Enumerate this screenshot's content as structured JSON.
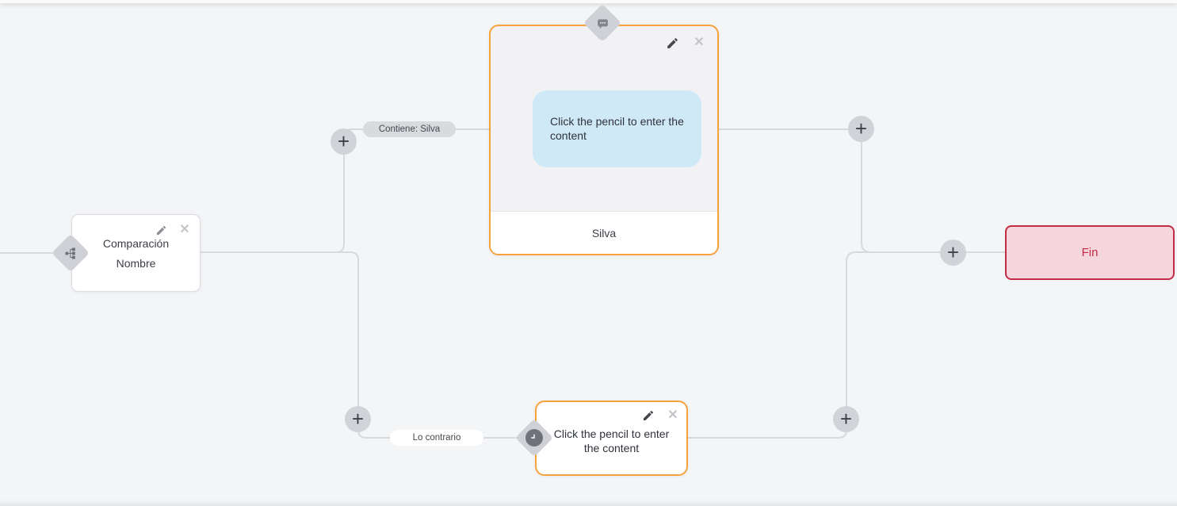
{
  "colors": {
    "background": "#f4f5f7",
    "edge_line": "#d8d9dd",
    "accent_orange": "#f6a23c",
    "bubble_blue": "#cfe9f7",
    "end_background": "#f5d6dc",
    "end_accent": "#c22c46"
  },
  "condition_node": {
    "title": "Comparación",
    "subtitle": "Nombre",
    "icon": "sitemap-icon"
  },
  "message_node": {
    "bubble_text": "Click the pencil to enter the content",
    "footer_label": "Silva",
    "icon": "chat-bubble-icon"
  },
  "action_node": {
    "placeholder_text": "Click the pencil to enter the content",
    "icon": "clock-icon"
  },
  "end_node": {
    "label": "Fin"
  },
  "edge_labels": {
    "match": "Contiene: Silva",
    "otherwise": "Lo contrario"
  },
  "symbols": {
    "plus": "+",
    "close": "✕"
  },
  "icons": {
    "edit": "pencil-icon",
    "delete": "close-icon",
    "add": "plus-icon"
  }
}
